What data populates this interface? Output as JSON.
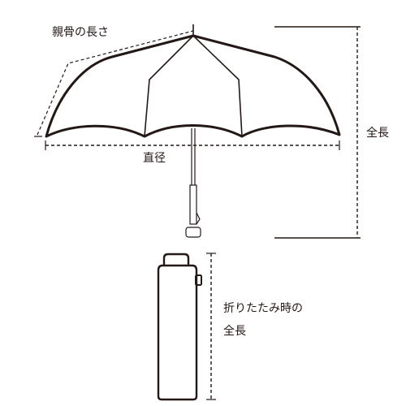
{
  "labels": {
    "rib_length": "親骨の長さ",
    "diameter": "直径",
    "total_length": "全長",
    "folded_length_line1": "折りたたみ時の",
    "folded_length_line2": "全長"
  },
  "colors": {
    "line": "#231815",
    "background": "#ffffff"
  }
}
